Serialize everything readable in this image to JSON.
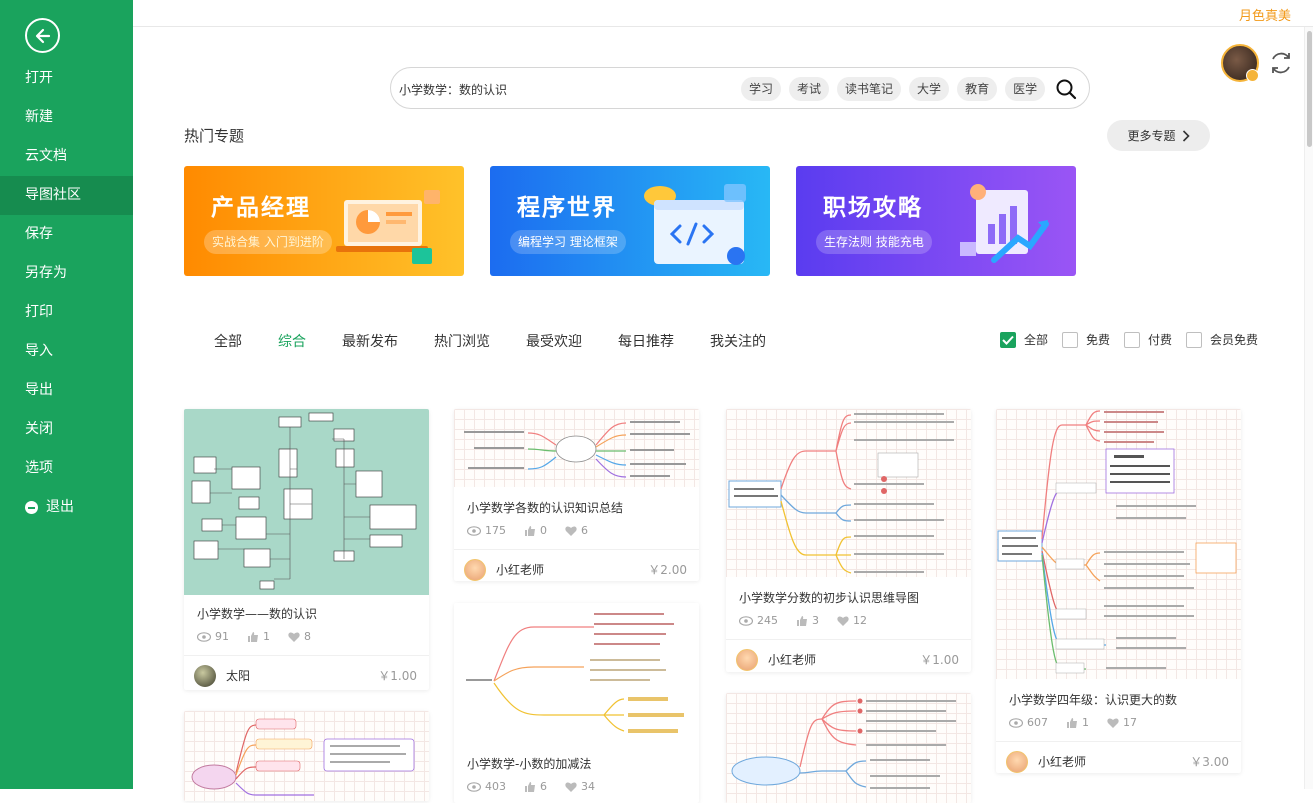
{
  "sidebar": {
    "items": [
      {
        "label": "打开",
        "name": "menu-open"
      },
      {
        "label": "新建",
        "name": "menu-new"
      },
      {
        "label": "云文档",
        "name": "menu-cloud-docs"
      },
      {
        "label": "导图社区",
        "name": "menu-community"
      },
      {
        "label": "保存",
        "name": "menu-save"
      },
      {
        "label": "另存为",
        "name": "menu-save-as"
      },
      {
        "label": "打印",
        "name": "menu-print"
      },
      {
        "label": "导入",
        "name": "menu-import"
      },
      {
        "label": "导出",
        "name": "menu-export"
      },
      {
        "label": "关闭",
        "name": "menu-close"
      },
      {
        "label": "选项",
        "name": "menu-options"
      }
    ],
    "active": "导图社区",
    "exit_label": "退出"
  },
  "header": {
    "username": "月色真美"
  },
  "search": {
    "value": "小学数学：数的认识",
    "tags": [
      "学习",
      "考试",
      "读书笔记",
      "大学",
      "教育",
      "医学"
    ]
  },
  "hot": {
    "title": "热门专题",
    "more_label": "更多专题",
    "banners": [
      {
        "title": "产品经理",
        "subtitle": "实战合集 入门到进阶"
      },
      {
        "title": "程序世界",
        "subtitle": "编程学习 理论框架"
      },
      {
        "title": "职场攻略",
        "subtitle": "生存法则 技能充电"
      }
    ]
  },
  "tabs": [
    "全部",
    "综合",
    "最新发布",
    "热门浏览",
    "最受欢迎",
    "每日推荐",
    "我关注的"
  ],
  "active_tab": "综合",
  "filters": [
    {
      "label": "全部",
      "checked": true
    },
    {
      "label": "免费",
      "checked": false
    },
    {
      "label": "付费",
      "checked": false
    },
    {
      "label": "会员免费",
      "checked": false
    }
  ],
  "cards": [
    {
      "title": "小学数学——数的认识",
      "views": "91",
      "likes": "1",
      "favs": "8",
      "author": "太阳",
      "price": "￥1.00"
    },
    {
      "title": "小学数学各数的认识知识总结",
      "views": "175",
      "likes": "0",
      "favs": "6",
      "author": "小红老师",
      "price": "￥2.00"
    },
    {
      "title": "小学数学分数的初步认识思维导图",
      "views": "245",
      "likes": "3",
      "favs": "12",
      "author": "小红老师",
      "price": "￥1.00"
    },
    {
      "title": "小学数学四年级：认识更大的数",
      "views": "607",
      "likes": "1",
      "favs": "17",
      "author": "小红老师",
      "price": "￥3.00"
    },
    {
      "title": "小学数学-小数的加减法",
      "views": "403",
      "likes": "6",
      "favs": "34"
    }
  ],
  "colors": {
    "brand": "#1aa35d",
    "accent": "#f29a1b"
  }
}
